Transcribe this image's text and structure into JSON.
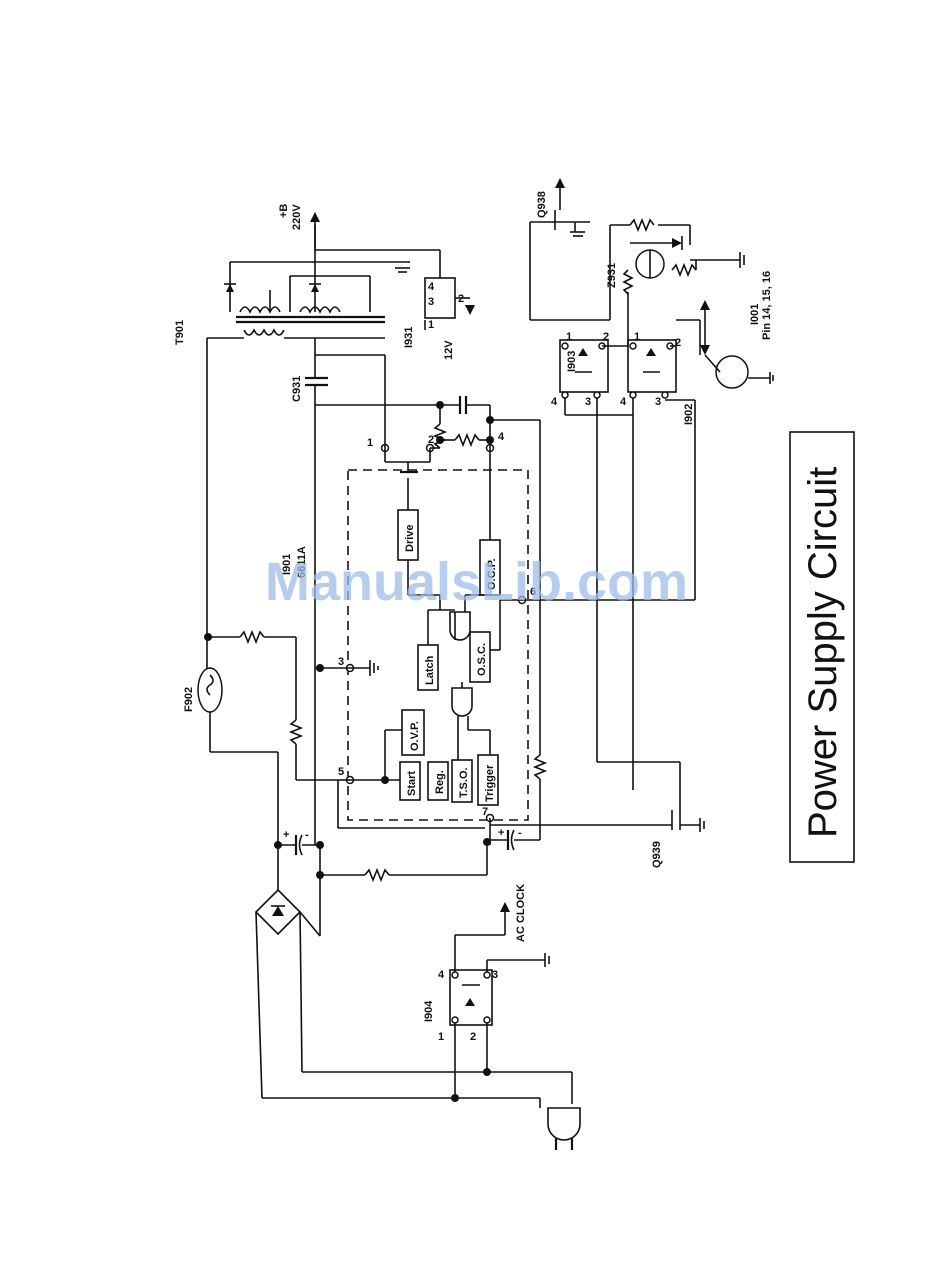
{
  "diagram": {
    "title": "Power Supply Circuit",
    "watermark": "ManualsLib.com",
    "labels": {
      "t901": "T901",
      "b220": "+B",
      "b220v": "220V",
      "q938": "Q938",
      "c931": "C931",
      "i931": "I931",
      "v12": "12V",
      "i903": "I903",
      "i902": "I902",
      "z931": "Z931",
      "i001": "I001",
      "pins": "Pin 14, 15, 16",
      "i901": "I901",
      "ic6611a": "6611A",
      "f902": "F902",
      "q939": "Q939",
      "i904": "I904",
      "acclock": "AC CLOCK"
    },
    "blocks": {
      "drive": "Drive",
      "ocp": "O.C.P.",
      "latch": "Latch",
      "osc": "O.S.C.",
      "ovp": "O.V.P.",
      "start": "Start",
      "reg": "Reg.",
      "tso": "T.S.O.",
      "trigger": "Trigger"
    },
    "pins": {
      "p1": "1",
      "p2": "2",
      "p3": "3",
      "p4": "4",
      "p5": "5",
      "p6": "6",
      "p7": "7",
      "r1": "1",
      "r2": "2",
      "r3": "3",
      "r4": "4",
      "a1": "1",
      "a2": "2",
      "a3": "3",
      "a4": "4",
      "b1": "1",
      "b2": "2",
      "b3": "3",
      "b4": "4",
      "c1": "1",
      "c2": "2",
      "c3": "3",
      "c4": "4",
      "plus1": "+",
      "minus1": "-",
      "plus2": "+",
      "minus2": "-"
    }
  }
}
